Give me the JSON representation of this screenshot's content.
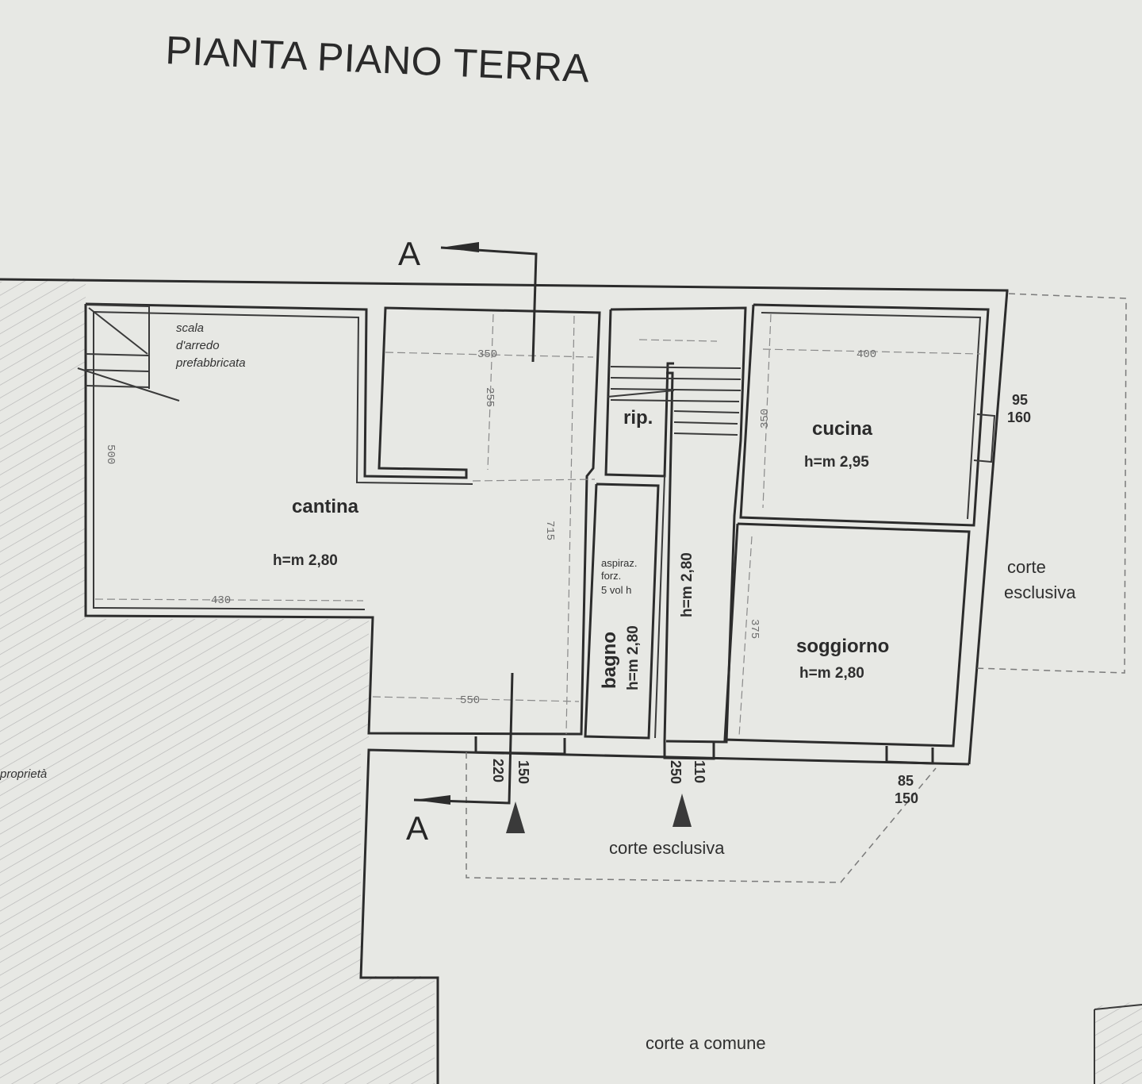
{
  "title": "PIANTA PIANO TERRA",
  "section_marker": "A",
  "rooms": {
    "cantina": {
      "name": "cantina",
      "height": "h=m 2,80"
    },
    "cucina": {
      "name": "cucina",
      "height": "h=m 2,95"
    },
    "soggiorno": {
      "name": "soggiorno",
      "height": "h=m 2,80"
    },
    "bagno": {
      "name": "bagno",
      "height": "h=m 2,80"
    },
    "ripostiglio": {
      "name": "rip."
    },
    "corridoio": {
      "height": "h=m 2,80"
    }
  },
  "notes": {
    "stair_line1": "scala",
    "stair_line2": "d'arredo",
    "stair_line3": "prefabbricata",
    "aspir_line1": "aspiraz.",
    "aspir_line2": "forz.",
    "aspir_line3": "5 vol h"
  },
  "dimensions": {
    "cantina_height": "500",
    "cantina_width": "430",
    "upper_room_width": "350",
    "upper_room_depth": "255",
    "central_length": "715",
    "lower_width": "550",
    "cucina_width": "400",
    "cucina_depth": "350",
    "soggiorno_depth": "375",
    "window_right_top_1": "95",
    "window_right_top_2": "160",
    "door_1_a": "220",
    "door_1_b": "150",
    "door_2_a": "250",
    "door_2_b": "110",
    "window_bottom_1": "85",
    "window_bottom_2": "150"
  },
  "exterior": {
    "corte_esclusiva_right_1": "corte",
    "corte_esclusiva_right_2": "esclusiva",
    "corte_esclusiva_bottom": "corte esclusiva",
    "corte_comune": "corte a comune",
    "altra_proprieta": "proprietà"
  }
}
